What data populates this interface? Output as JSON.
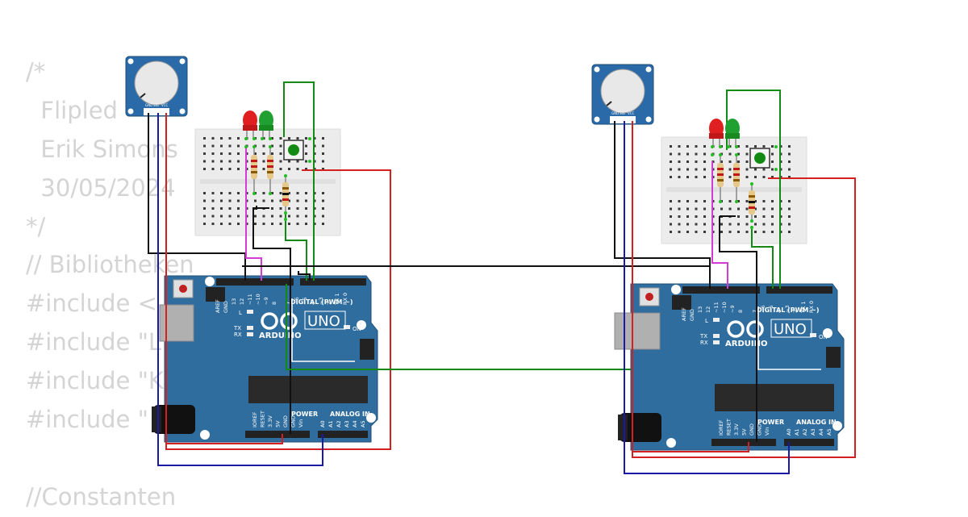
{
  "code_lines": [
    "/*",
    "  Flipled",
    "  Erik Simons",
    "  30/05/2024",
    "*/",
    "// Bibliotheken",
    "#include <",
    "#include \"L",
    "#include \"K",
    "#include \"",
    "",
    "//Constanten"
  ],
  "board": {
    "brand_label": "ARDUINO",
    "model_label": "UNO",
    "digital_label": "DIGITAL (PWM ~)",
    "analog_label": "ANALOG IN",
    "power_label": "POWER",
    "on_label": "ON",
    "led_l_label": "L",
    "tx_label": "TX",
    "rx_label": "RX",
    "aref_label": "AREF",
    "gnd_label": "GND",
    "pin_labels": [
      "13",
      "12",
      "~11",
      "~10",
      "~9",
      "8",
      "7",
      "~6",
      "~5",
      "4",
      "~3",
      "2",
      "TX 1",
      "RX 0"
    ],
    "power_pins": [
      "IOREF",
      "RESET",
      "3.3V",
      "5V",
      "GND",
      "GND",
      "Vin"
    ],
    "analog_pins": [
      "A0",
      "A1",
      "A2",
      "A3",
      "A4",
      "A5"
    ]
  },
  "potentiometer": {
    "pin_labels": [
      "GND",
      "SIG",
      "VCC"
    ]
  },
  "colors": {
    "board_blue": "#2f6d9e",
    "wire_black": "#111111",
    "wire_red": "#d42020",
    "wire_green": "#138a13",
    "wire_blue": "#1a1aa6",
    "wire_magenta": "#d43ad4",
    "led_red": "#e02020",
    "led_green": "#20a030"
  }
}
